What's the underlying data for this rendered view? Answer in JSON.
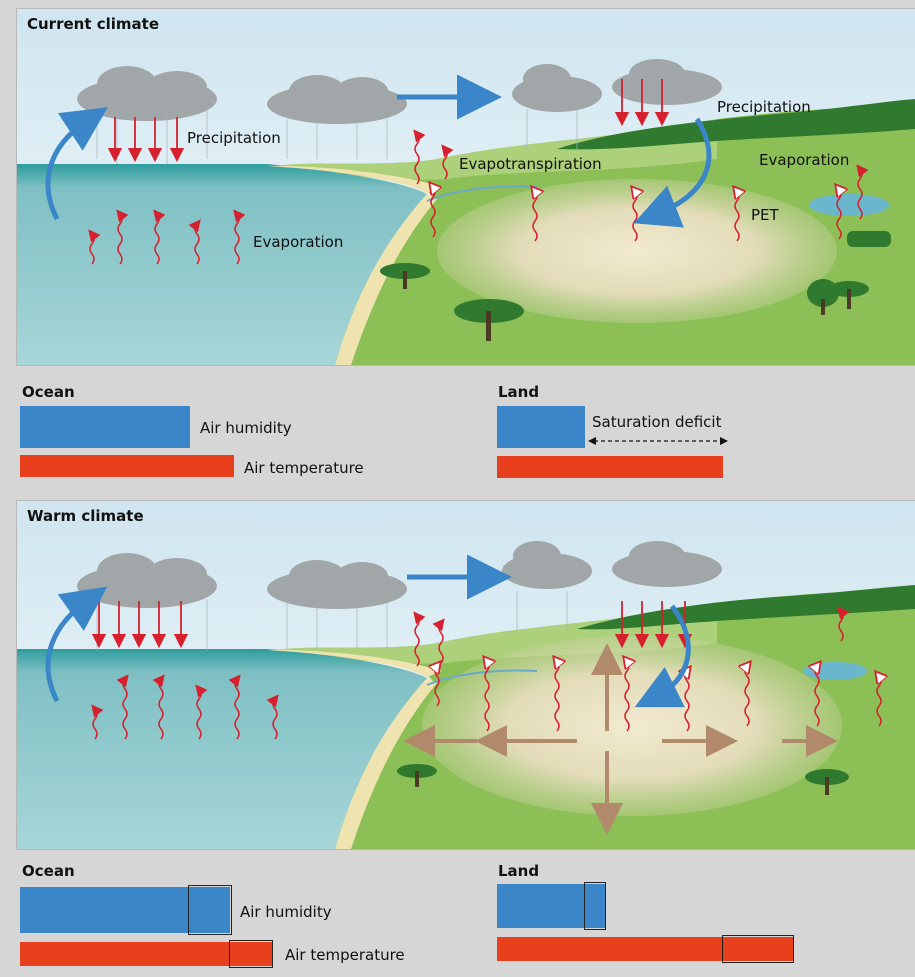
{
  "current": {
    "title": "Current climate",
    "labels": {
      "precip_ocean": "Precipitation",
      "evaporation_ocean": "Evaporation",
      "evapotranspiration": "Evapotranspiration",
      "precip_land": "Precipitation",
      "evaporation_land": "Evaporation",
      "pet": "PET"
    }
  },
  "current_legend": {
    "ocean": {
      "title": "Ocean",
      "air_humidity": "Air humidity",
      "air_temperature": "Air temperature"
    },
    "land": {
      "title": "Land",
      "saturation_deficit": "Saturation deficit"
    }
  },
  "warm": {
    "title": "Warm climate"
  },
  "warm_legend": {
    "ocean": {
      "title": "Ocean",
      "air_humidity": "Air humidity",
      "air_temperature": "Air temperature"
    },
    "land": {
      "title": "Land"
    }
  },
  "colors": {
    "humidity": "#3a86c8",
    "temperature": "#e8401c",
    "ocean": "#8fc7c9",
    "land": "#8cbf56",
    "sky": "#d8ebf3"
  }
}
